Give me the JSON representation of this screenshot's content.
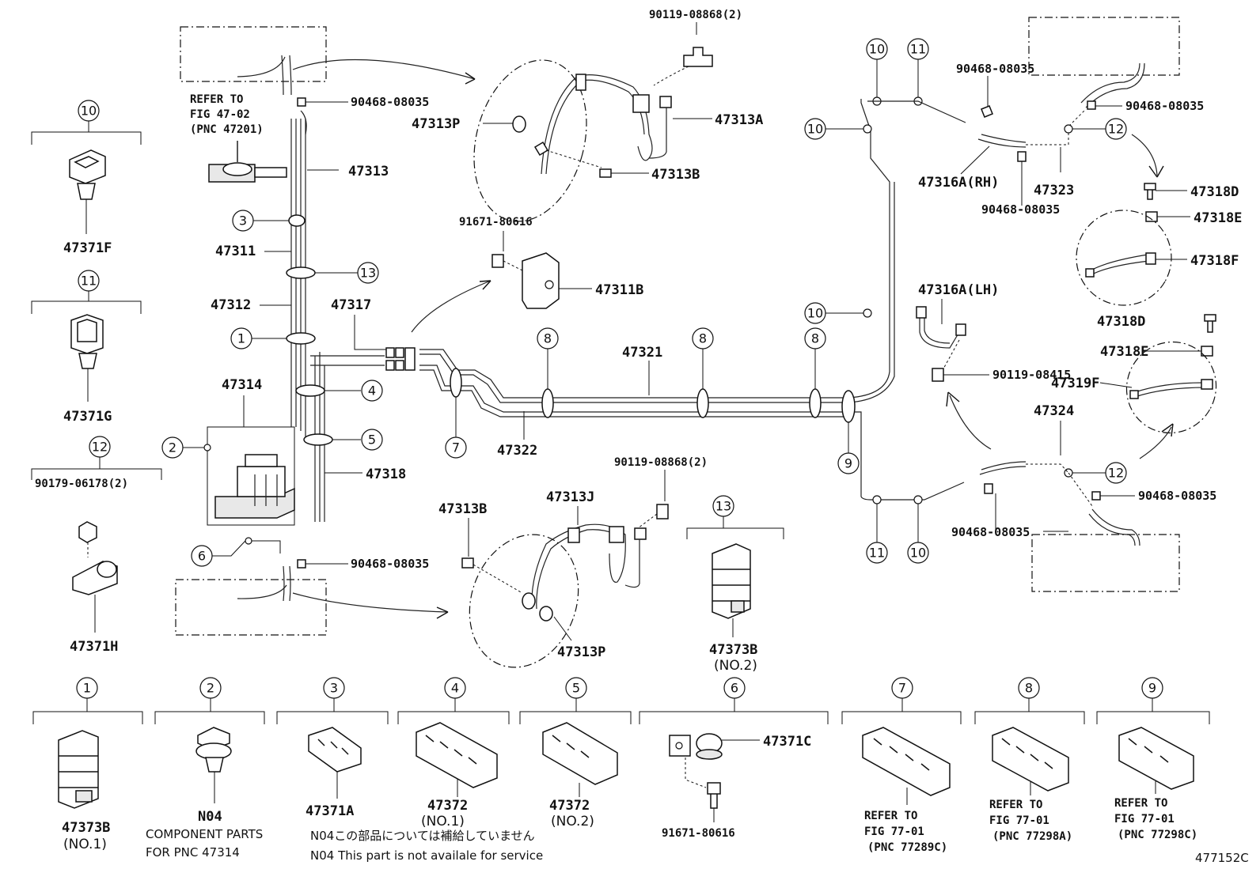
{
  "parts": {
    "p90119_08868_top": "90119-08868(2)",
    "p47313A": "47313A",
    "p47313P_top": "47313P",
    "p47313B_top": "47313B",
    "p90468_08035_a": "90468-08035",
    "p47313": "47313",
    "p47311": "47311",
    "p47312": "47312",
    "p47317": "47317",
    "p47314": "47314",
    "p47318": "47318",
    "p90468_08035_b": "90468-08035",
    "p91671_80616_top": "91671-80616",
    "p47311B": "47311B",
    "p47321": "47321",
    "p47322": "47322",
    "p90119_08868_bot": "90119-08868(2)",
    "p47313J": "47313J",
    "p47313B_bot": "47313B",
    "p47313P_bot": "47313P",
    "p47371F": "47371F",
    "p47371G": "47371G",
    "p90179_06178": "90179-06178(2)",
    "p47371H": "47371H",
    "p47373B_mid": "47373B",
    "p47373B_mid_sub": "(NO.2)",
    "p90468_08035_c": "90468-08035",
    "p90468_08035_d": "90468-08035",
    "p47316A_RH": "47316A(RH)",
    "p47323": "47323",
    "p90468_08035_e": "90468-08035",
    "p47318D_a": "47318D",
    "p47318E_a": "47318E",
    "p47318F": "47318F",
    "p47316A_LH": "47316A(LH)",
    "p90119_08415": "90119-08415",
    "p47318D_b": "47318D",
    "p47318E_b": "47318E",
    "p47319F": "47319F",
    "p47324": "47324",
    "p90468_08035_f": "90468-08035",
    "p90468_08035_g": "90468-08035",
    "p47373B_bot": "47373B",
    "p47373B_bot_sub": "(NO.1)",
    "pN04": "N04",
    "p47371A": "47371A",
    "p47372_1": "47372",
    "p47372_1_sub": "(NO.1)",
    "p47372_2": "47372",
    "p47372_2_sub": "(NO.2)",
    "p47371C": "47371C",
    "p91671_80616_bot": "91671-80616"
  },
  "refs": {
    "fig4702_l1": "REFER TO",
    "fig4702_l2": "FIG 47-02",
    "fig4702_l3": "(PNC 47201)",
    "r7_l1": "REFER TO",
    "r7_l2": "FIG 77-01",
    "r7_l3": "(PNC 77289C)",
    "r8_l1": "REFER TO",
    "r8_l2": "FIG 77-01",
    "r8_l3": "(PNC 77298A)",
    "r9_l1": "REFER TO",
    "r9_l2": "FIG 77-01",
    "r9_l3": "(PNC 77298C)"
  },
  "notes": {
    "component_l1": "COMPONENT PARTS",
    "component_l2": "FOR PNC 47314",
    "n04_jp": "N04この部品については補給していません",
    "n04_en": "N04 This part is not availale for service",
    "figure_id": "477152C"
  },
  "callouts": [
    "1",
    "2",
    "3",
    "4",
    "5",
    "6",
    "7",
    "8",
    "9",
    "10",
    "11",
    "12",
    "13"
  ]
}
